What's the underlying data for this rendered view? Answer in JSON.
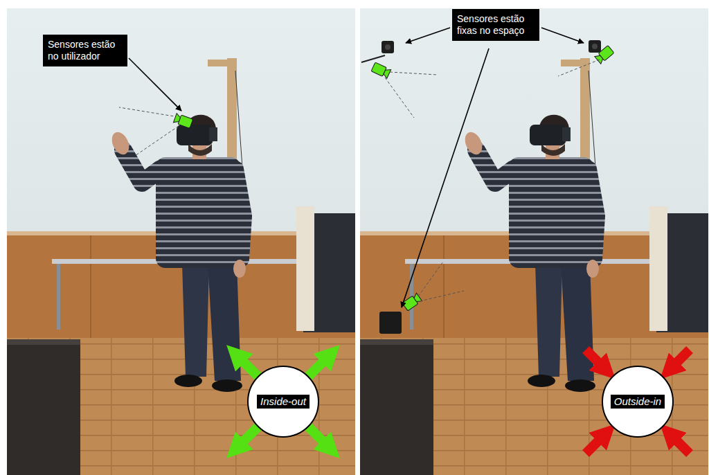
{
  "diagram": {
    "nodes": [
      {
        "text": [
          "Sensores estão no utilizador"
        ]
      },
      {
        "text": [
          "Inside-out"
        ]
      },
      {
        "text": [
          "Sensores estão fixas no espaço"
        ]
      },
      {
        "text": [
          "Outside-in"
        ]
      }
    ]
  }
}
